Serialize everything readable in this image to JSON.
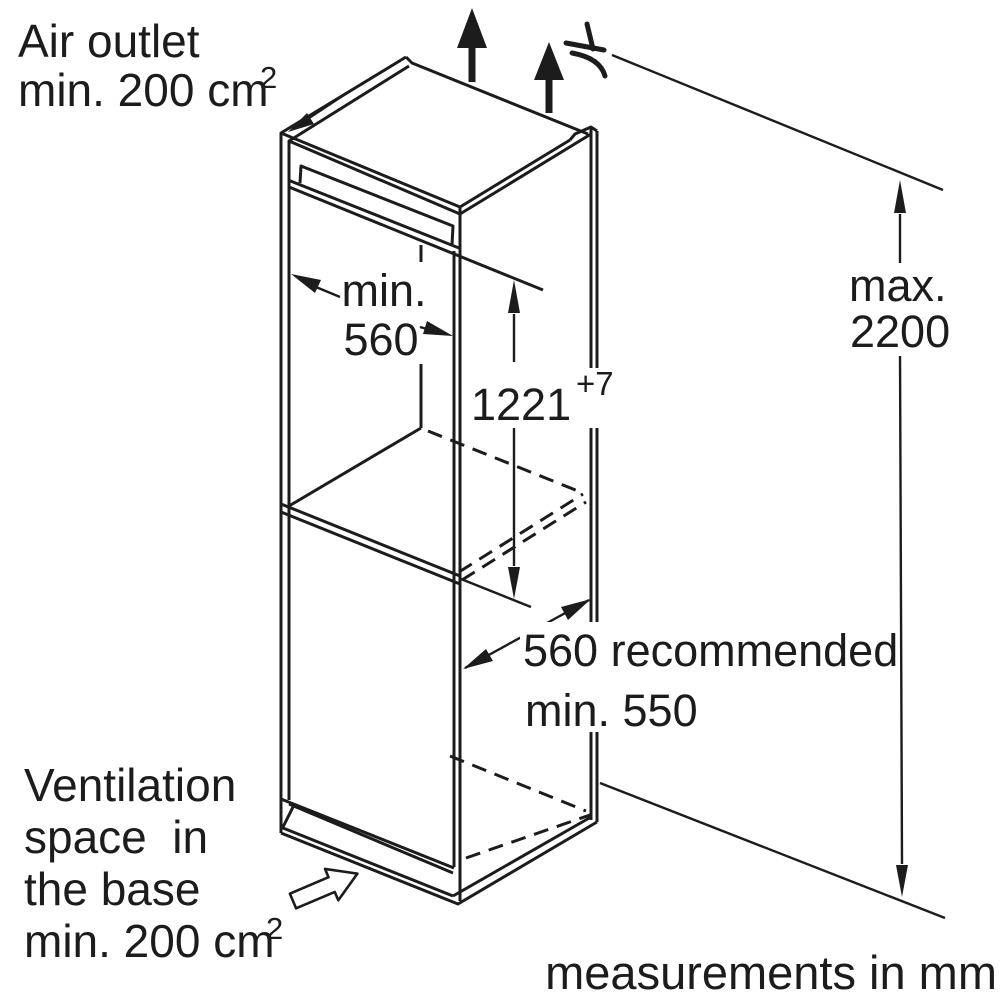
{
  "diagram": {
    "air_outlet_label": {
      "line1": "Air outlet",
      "line2": "min. 200 cm",
      "line2_sup": "2"
    },
    "ventilation_label": {
      "line1": "Ventilation",
      "line2": "space  in",
      "line3": "the base",
      "line4": "min. 200 cm",
      "line4_sup": "2"
    },
    "footer_note": "measurements in mm",
    "dimensions": {
      "niche_width": {
        "word": "min.",
        "value": "560"
      },
      "niche_height": {
        "value": "1221",
        "tolerance": "+7"
      },
      "ceiling_height": {
        "word": "max.",
        "value": "2200"
      },
      "depth": {
        "line1": "560 recommended",
        "line2": "min. 550"
      }
    },
    "icons": {
      "air_flow": "up-arrow",
      "base_air_intake": "hollow-block-arrow",
      "air_mark": "crossed-curve"
    },
    "colors": {
      "line": "#1c1c1c",
      "background": "#ffffff"
    }
  }
}
